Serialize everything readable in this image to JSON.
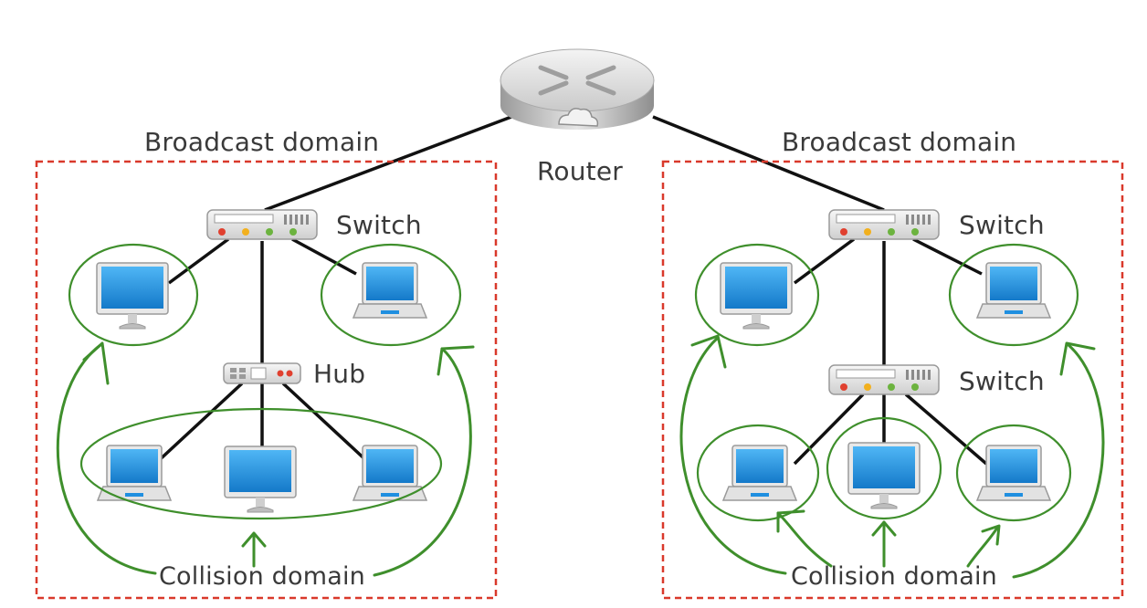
{
  "diagram": {
    "router": {
      "label": "Router"
    },
    "left": {
      "domain_label": "Broadcast domain",
      "switch_label": "Switch",
      "hub_label": "Hub",
      "collision_label": "Collision domain"
    },
    "right": {
      "domain_label": "Broadcast domain",
      "switch_top_label": "Switch",
      "switch_bottom_label": "Switch",
      "collision_label": "Collision domain"
    },
    "colors": {
      "broadcast_border": "#d9392b",
      "collision_green": "#3f8f2c",
      "cable": "#111111",
      "screen_blue": "#1f8fe0"
    },
    "icons": [
      "router-icon",
      "switch-icon",
      "hub-icon",
      "desktop-icon",
      "laptop-icon"
    ]
  }
}
